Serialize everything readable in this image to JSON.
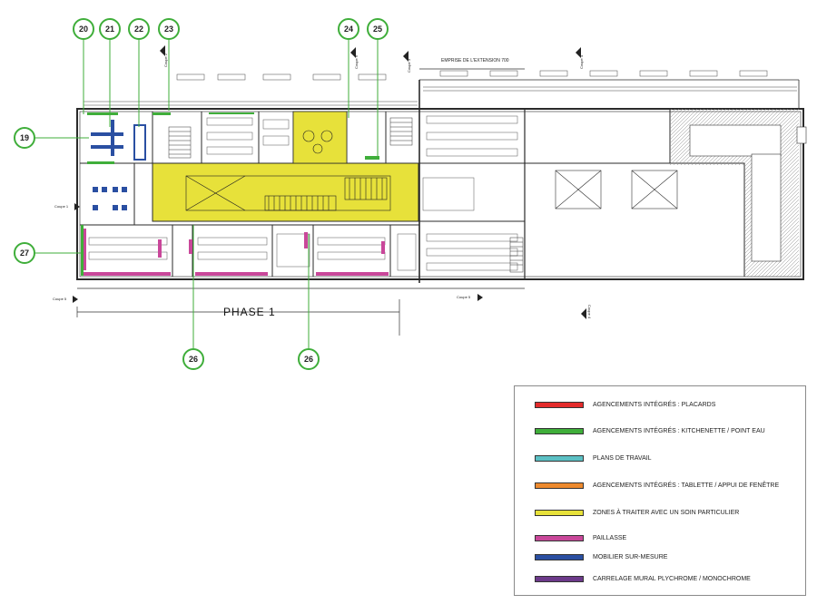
{
  "plan": {
    "extension_label": "EMPRISE DE L'EXTENSION 700",
    "phase_label": "PHASE 1",
    "sections": [
      {
        "id": "coupe1",
        "label": "Coupe 1"
      },
      {
        "id": "coupe2",
        "label": "Coupe 2"
      },
      {
        "id": "coupe3",
        "label": "Coupe 3"
      },
      {
        "id": "coupe4",
        "label": "Coupe 4"
      },
      {
        "id": "coupe4b",
        "label": "Coupe 4"
      },
      {
        "id": "coupe5",
        "label": "Coupe 5"
      },
      {
        "id": "coupe5b",
        "label": "Coupe 5"
      },
      {
        "id": "coupe6",
        "label": "Coupe 6"
      }
    ],
    "callouts": [
      {
        "id": "c20",
        "label": "20"
      },
      {
        "id": "c21",
        "label": "21"
      },
      {
        "id": "c22",
        "label": "22"
      },
      {
        "id": "c23",
        "label": "23"
      },
      {
        "id": "c24",
        "label": "24"
      },
      {
        "id": "c25",
        "label": "25"
      },
      {
        "id": "c19",
        "label": "19"
      },
      {
        "id": "c27",
        "label": "27"
      },
      {
        "id": "c26a",
        "label": "26"
      },
      {
        "id": "c26b",
        "label": "26"
      }
    ]
  },
  "legend": {
    "items": [
      {
        "label": "AGENCEMENTS INTÉGRÉS : PLACARDS",
        "color": "#e32b2b"
      },
      {
        "label": "AGENCEMENTS INTÉGRÉS : KITCHENETTE / POINT EAU",
        "color": "#3fae3a"
      },
      {
        "label": "PLANS DE TRAVAIL",
        "color": "#5bc0c4"
      },
      {
        "label": "AGENCEMENTS INTÉGRÉS : TABLETTE / APPUI DE FENÊTRE",
        "color": "#ee8a2e"
      },
      {
        "label": "ZONES À TRAITER AVEC UN SOIN PARTICULIER",
        "color": "#e7e13a"
      },
      {
        "label": "PAILLASSE",
        "color": "#c9479a"
      },
      {
        "label": "MOBILIER SUR-MESURE",
        "color": "#2a4fa2"
      },
      {
        "label": "CARRELAGE MURAL PLYCHROME / MONOCHROME",
        "color": "#6c3a8a"
      }
    ]
  },
  "colors": {
    "callout_ring": "#3fae3a",
    "zone_yellow": "#e7e13a",
    "wall": "#2a2a2a",
    "paillasse": "#c9479a",
    "mobilier": "#2a4fa2",
    "kitchenette": "#3fae3a"
  }
}
